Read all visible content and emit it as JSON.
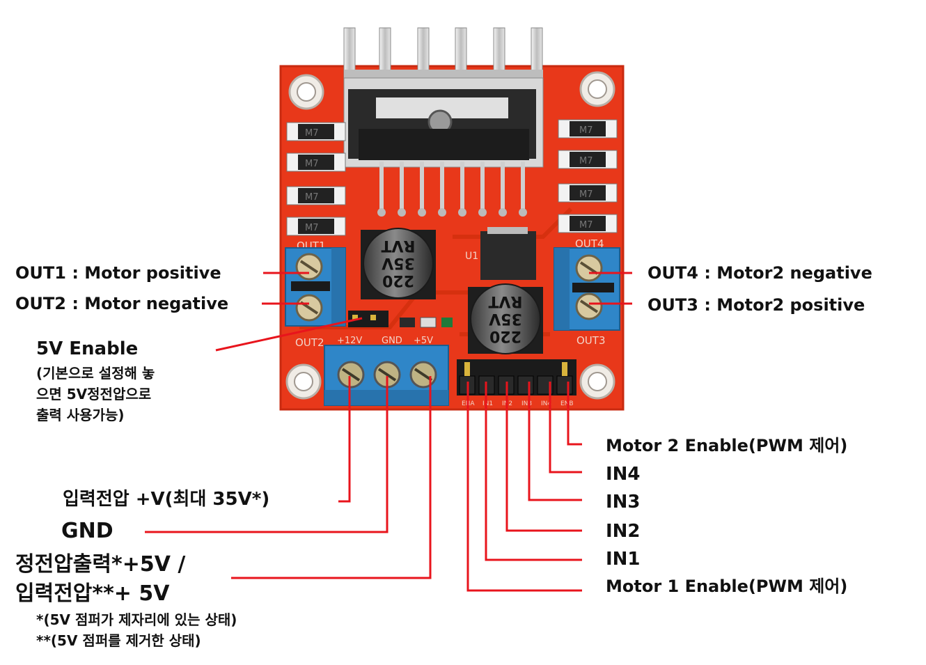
{
  "board": {
    "silk_out1": "OUT1",
    "silk_out2": "OUT2",
    "silk_out3": "OUT3",
    "silk_out4": "OUT4",
    "silk_12v": "+12V",
    "silk_gnd": "GND",
    "silk_5v": "+5V",
    "silk_u1": "U1",
    "diode_mark": "M7",
    "cap_value": "220",
    "cap_voltage": "35V",
    "cap_brand": "RVT",
    "header_pins": [
      "ENA",
      "IN1",
      "IN2",
      "IN3",
      "IN4",
      "ENB"
    ]
  },
  "labels": {
    "out1": "OUT1 : Motor positive",
    "out2": "OUT2 : Motor negative",
    "out4": "OUT4 : Motor2 negative",
    "out3": "OUT3 : Motor2 positive",
    "enable5v_title": "5V Enable",
    "enable5v_note": [
      "(기본으로 설정해 놓",
      "으면 5V정전압으로",
      "출력 사용가능)"
    ],
    "vin": "입력전압 +V(최대 35V*)",
    "gnd": "GND",
    "v5_line1": "정전압출력*+5V /",
    "v5_line2": "입력전압**+ 5V",
    "footnote1": "*(5V 점퍼가 제자리에 있는 상태)",
    "footnote2": "**(5V 점퍼를 제거한 상태)",
    "enb": "Motor 2 Enable(PWM 제어)",
    "in4": "IN4",
    "in3": "IN3",
    "in2": "IN2",
    "in1": "IN1",
    "ena": "Motor 1 Enable(PWM 제어)"
  },
  "colors": {
    "pcb": "#e8381a",
    "terminal": "#2f86c8",
    "leader": "#e8141c",
    "heatsink": "#c8c8c8"
  }
}
